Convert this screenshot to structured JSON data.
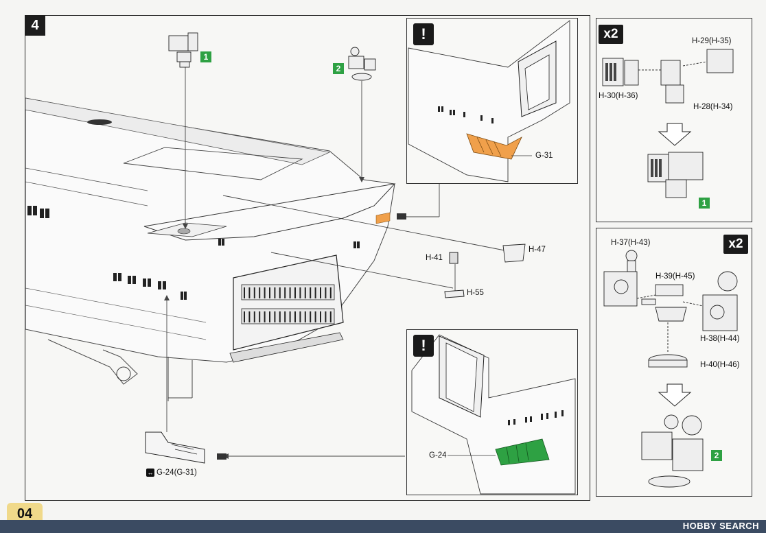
{
  "step": {
    "number": "4"
  },
  "page_number": "04",
  "watermark": "HOBBY SEARCH",
  "main": {
    "callouts": [
      {
        "id": "gun1",
        "badge": "1"
      },
      {
        "id": "gun2",
        "badge": "2"
      }
    ],
    "labels": {
      "h41": "H-41",
      "h47": "H-47",
      "h55": "H-55",
      "g24_g31": "G-24(G-31)"
    }
  },
  "inset_top": {
    "warning": "!",
    "part": "G-31",
    "highlight_color": "#f0a04b"
  },
  "inset_bottom": {
    "warning": "!",
    "part": "G-24",
    "highlight_color": "#2ea143"
  },
  "sub1": {
    "multiplier": "x2",
    "parts": [
      "H-29(H-35)",
      "H-30(H-36)",
      "H-28(H-34)"
    ],
    "result_badge": "1"
  },
  "sub2": {
    "multiplier": "x2",
    "parts": [
      "H-37(H-43)",
      "H-39(H-45)",
      "H-38(H-44)",
      "H-40(H-46)"
    ],
    "result_badge": "2"
  },
  "colors": {
    "assembly_green": "#2ea143",
    "warning_orange": "#f0a04b",
    "bar": "#3b4b62"
  }
}
